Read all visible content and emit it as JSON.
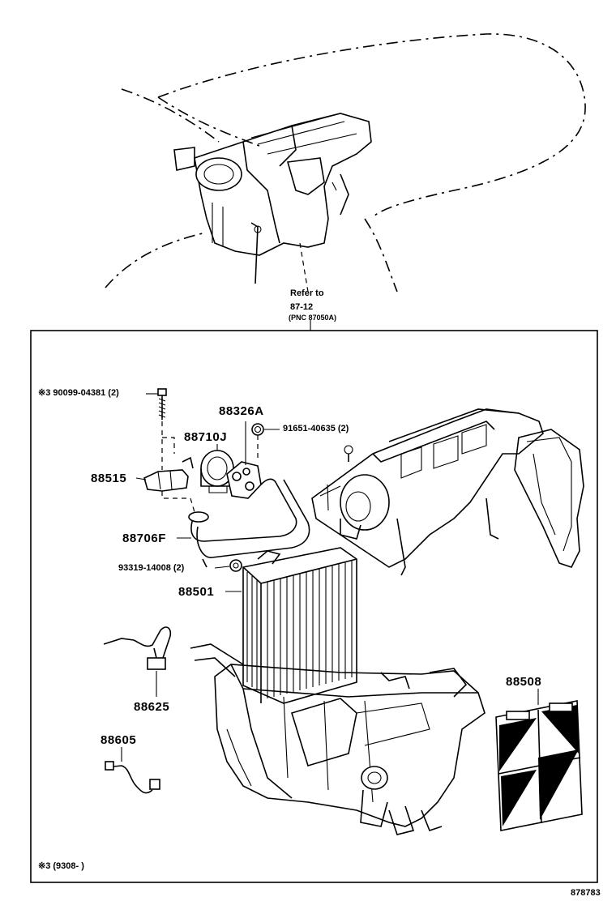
{
  "reference": {
    "line1": "Refer to",
    "line2": "87-12",
    "line3": "(PNC 87050A)"
  },
  "parts": {
    "bolt": "※3 90099-04381 (2)",
    "p88326A": "88326A",
    "p91651": "91651-40635 (2)",
    "p88710J": "88710J",
    "p88515": "88515",
    "p88706F": "88706F",
    "p93319": "93319-14008 (2)",
    "p88501": "88501",
    "p88625": "88625",
    "p88605": "88605",
    "p88508": "88508"
  },
  "footnote": "※3  (9308-        )",
  "figure_number": "878783"
}
